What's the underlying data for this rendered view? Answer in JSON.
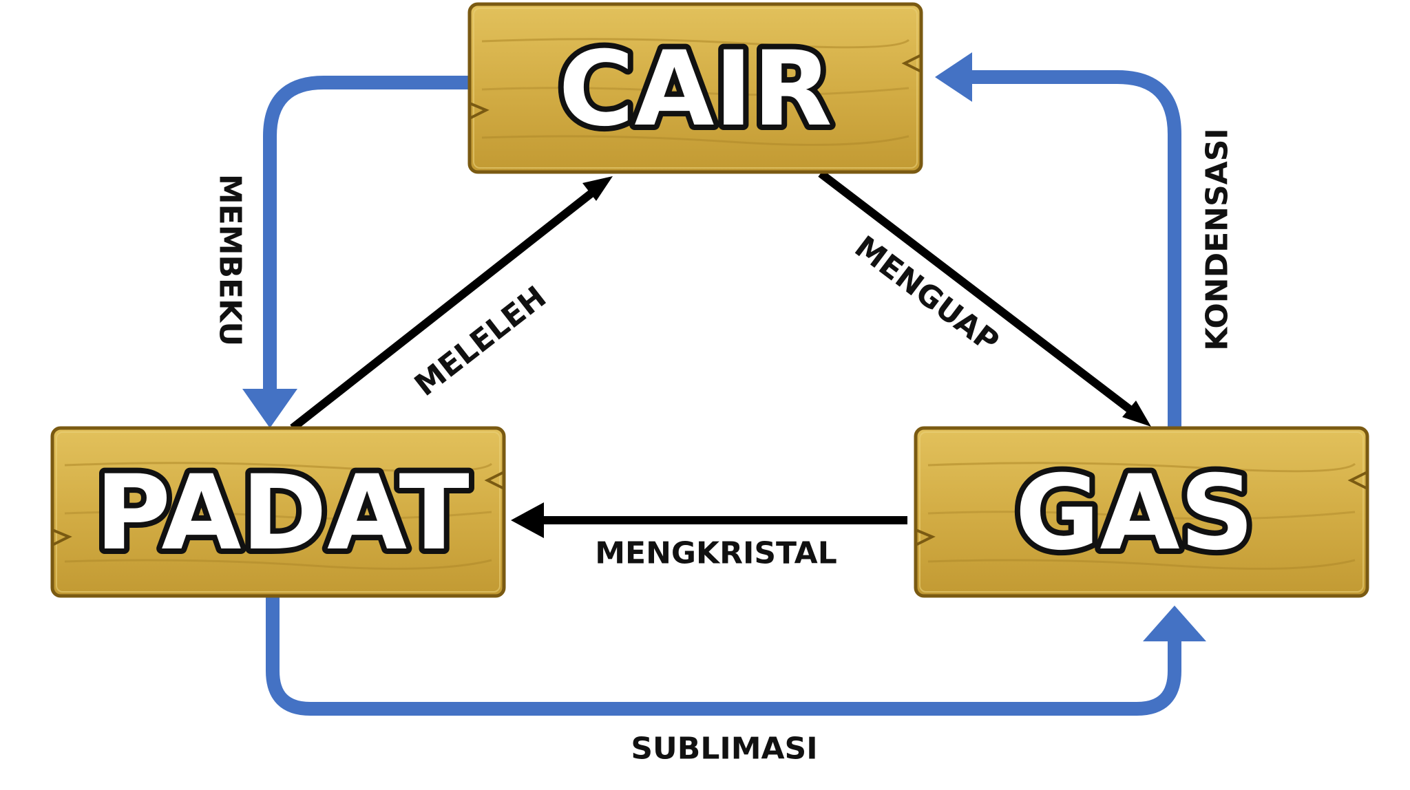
{
  "colors": {
    "wood": "#d6b14a",
    "wood_outline": "#7a5a12",
    "blue_arrow": "#4472c4",
    "black_arrow": "#000000"
  },
  "states": {
    "cair": "CAIR",
    "padat": "PADAT",
    "gas": "GAS"
  },
  "transitions": {
    "membeku": "MEMBEKU",
    "meleleh": "MELELEH",
    "menguap": "MENGUAP",
    "kondensasi": "KONDENSASI",
    "mengkristal": "MENGKRISTAL",
    "sublimasi": "SUBLIMASI"
  }
}
